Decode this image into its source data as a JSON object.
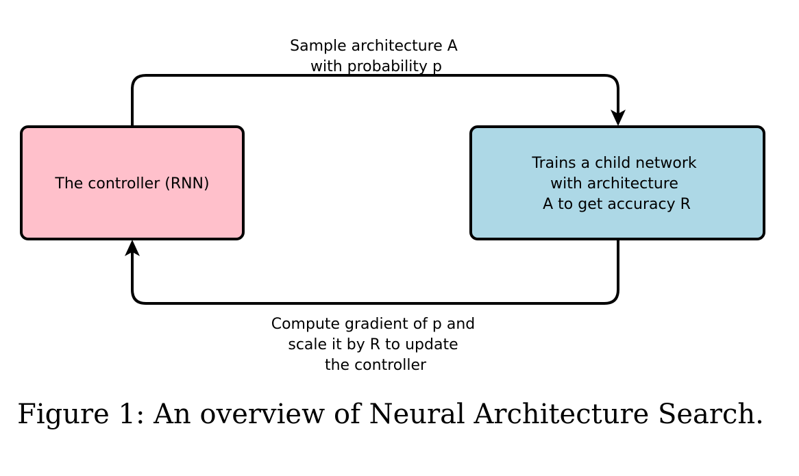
{
  "diagram": {
    "controller": {
      "label": "The controller (RNN)",
      "fill": "#ffc0cb"
    },
    "child": {
      "lines": [
        "Trains a child network",
        "with architecture",
        "A to get accuracy R"
      ],
      "fill": "#add8e6"
    },
    "top_edge_label": [
      "Sample architecture A",
      "with probability p"
    ],
    "bottom_edge_label": [
      "Compute gradient of p and",
      "scale it by R to update",
      "the controller"
    ]
  },
  "caption": "Figure 1: An overview of Neural Architecture Search."
}
